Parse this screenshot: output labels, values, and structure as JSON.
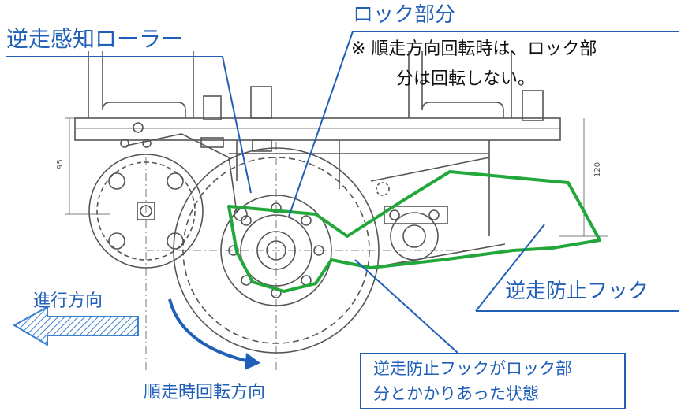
{
  "labels": {
    "roller": "逆走感知ローラー",
    "lock_part": "ロック部分",
    "note_line1": "※ 順走方向回転時は、ロック部",
    "note_line2": "分は回転しない。",
    "hook": "逆走防止フック",
    "travel_direction": "進行方向",
    "forward_rotation": "順走時回転方向",
    "box_line1": "逆走防止フックがロック部",
    "box_line2": "分とかかりあった状態"
  },
  "dimensions": {
    "left": "95",
    "right": "120"
  },
  "colors": {
    "callout": "#1f5fb8",
    "highlight": "#22a83a",
    "drawing": "#555555"
  }
}
